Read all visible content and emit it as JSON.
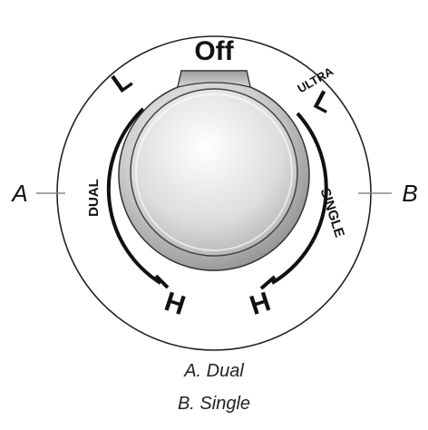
{
  "dial": {
    "off_label": "Off",
    "left_low_label": "L",
    "right_low_label": "L",
    "ultra_label": "ULTRA",
    "dual_label": "DUAL",
    "single_label": "SINGLE",
    "left_high_label": "H",
    "right_high_label": "H"
  },
  "callouts": {
    "a_marker": "A",
    "b_marker": "B"
  },
  "legend": {
    "a_caption": "A. Dual",
    "b_caption": "B. Single"
  }
}
